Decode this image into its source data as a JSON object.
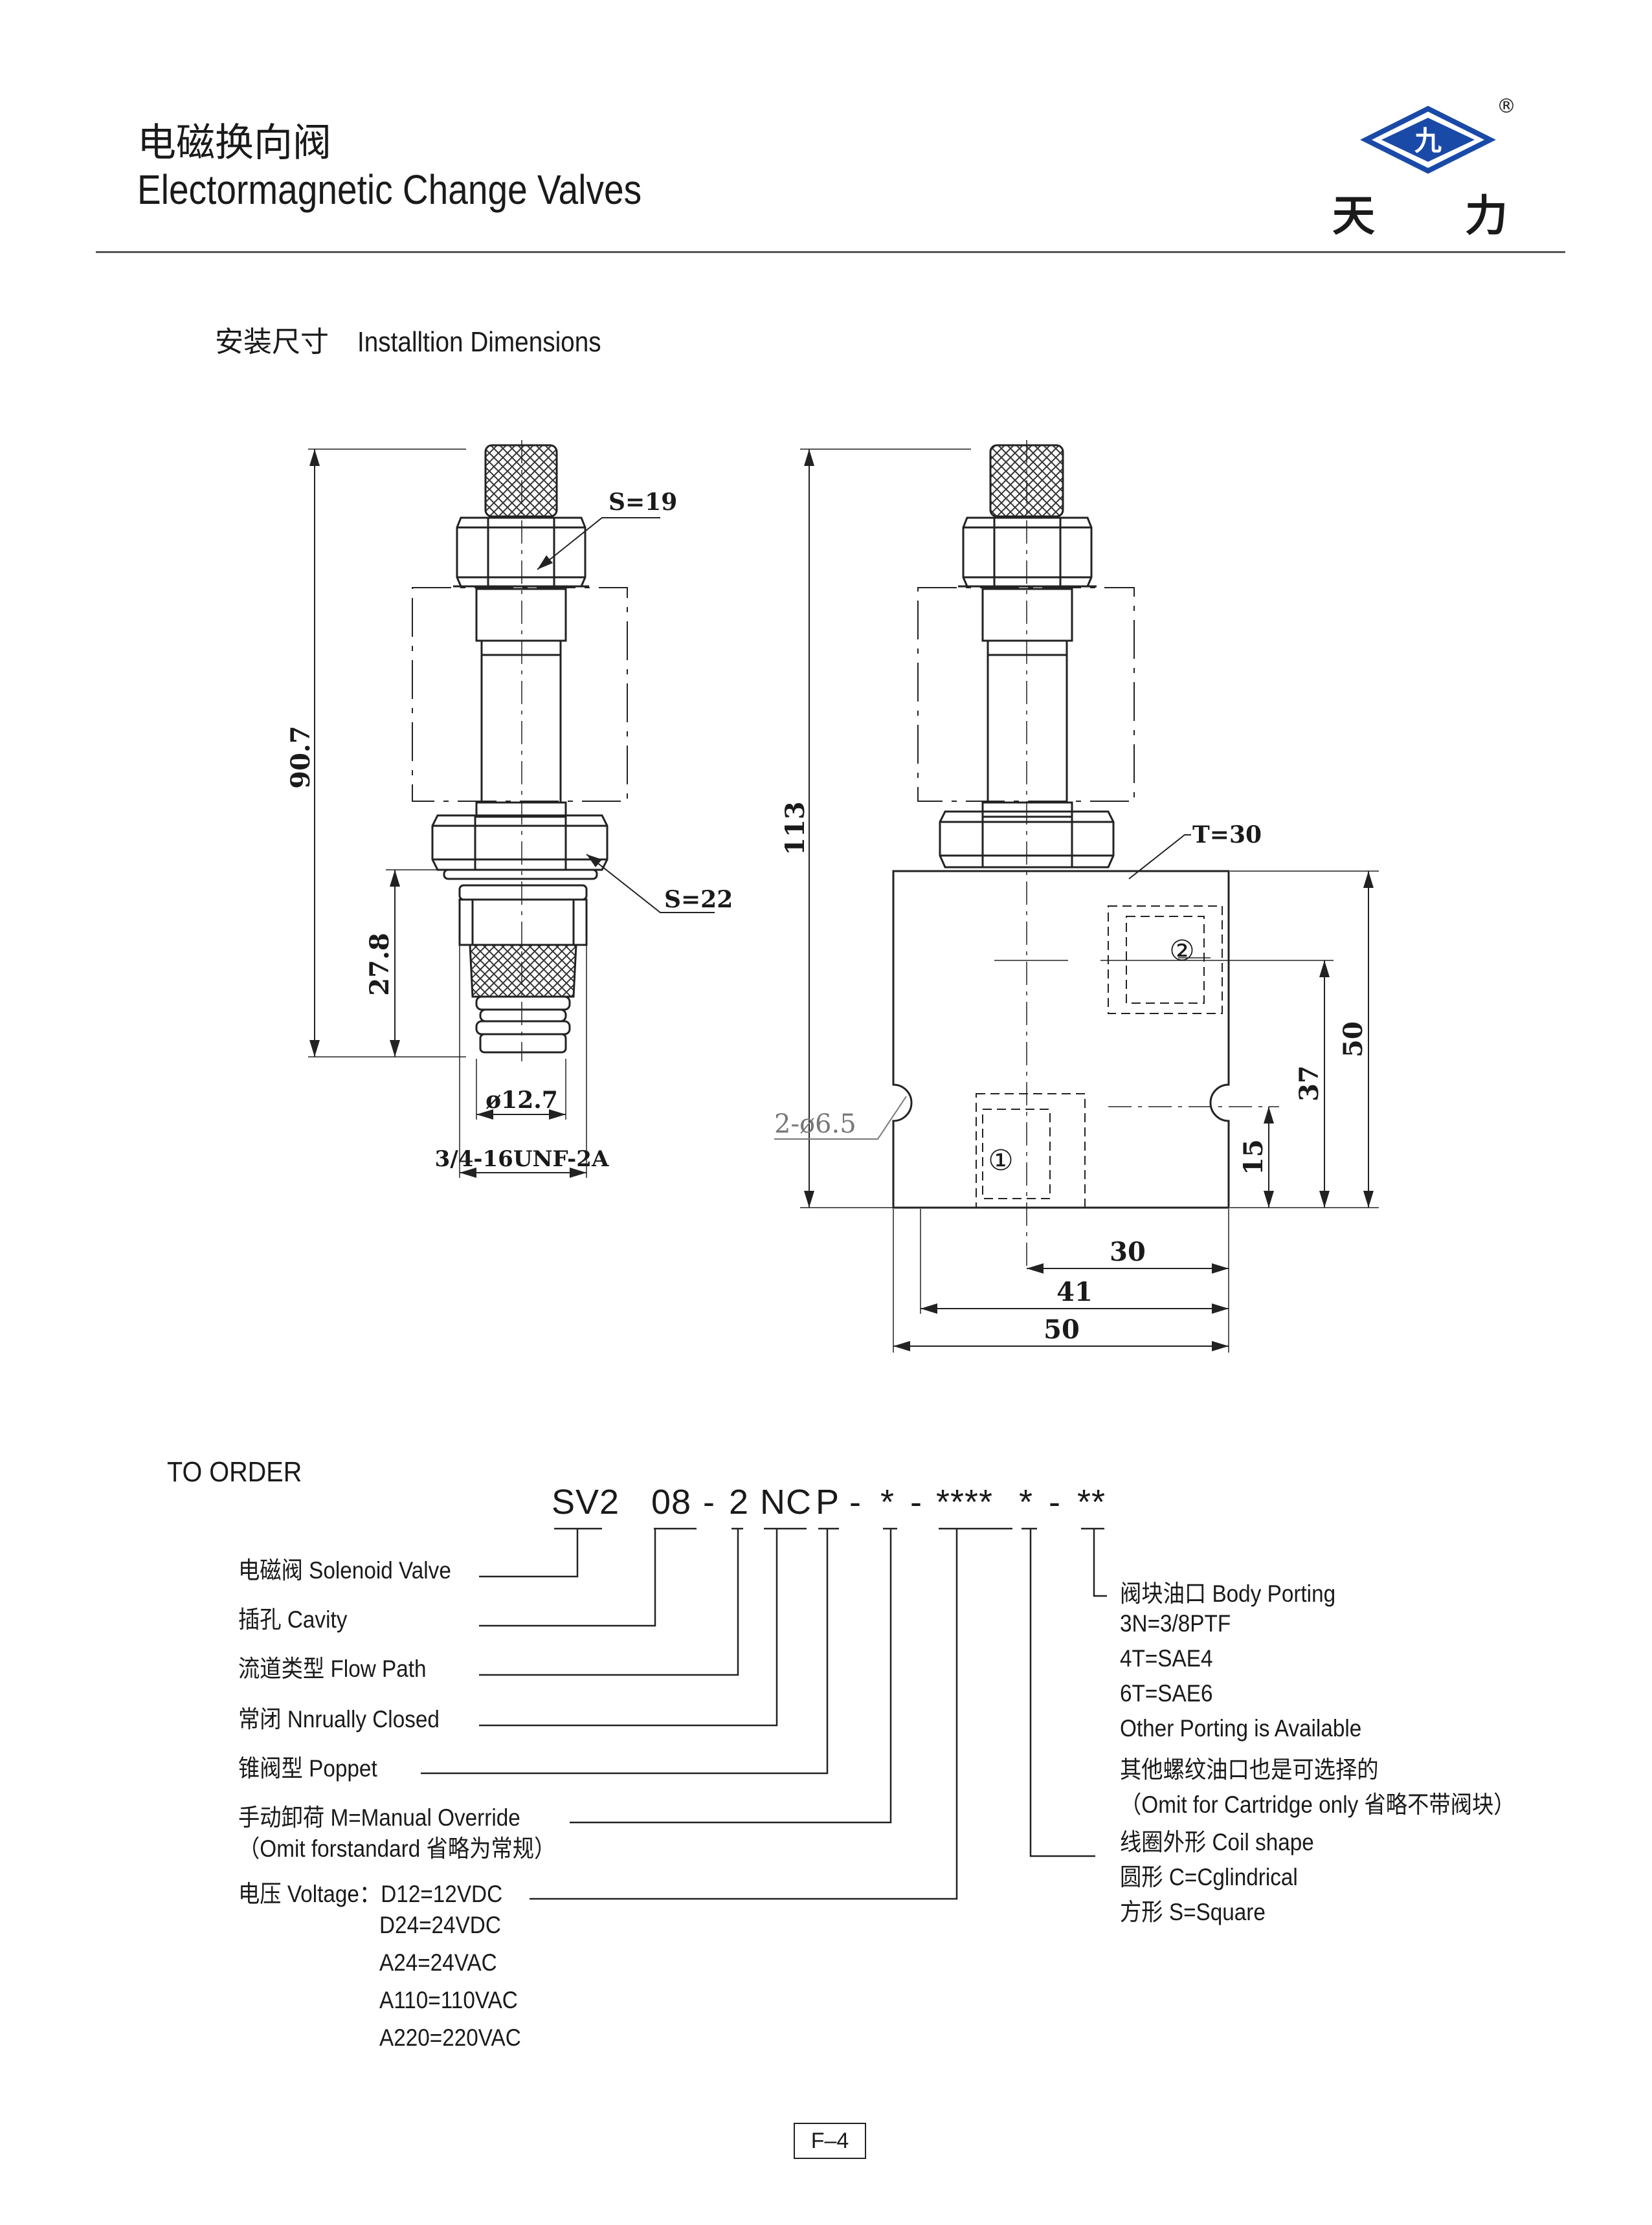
{
  "header": {
    "title_cn": "电磁换向阀",
    "title_en": "Electormagnetic Change Valves",
    "brand_text": "天 力",
    "brand_registered": "®",
    "logo_glyph": "九",
    "brand_color": "#1a4aa8"
  },
  "section": {
    "title_cn": "安装尺寸",
    "title_en": "Installtion Dimensions"
  },
  "left_view": {
    "dim_total": "90.7",
    "dim_lower": "27.8",
    "hex_top": "S=19",
    "hex_bottom": "S=22",
    "diameter": "ø12.7",
    "thread": "3/4-16UNF-2A"
  },
  "right_view": {
    "dim_total": "113",
    "thickness": "T=30",
    "port_2": "②",
    "port_1": "①",
    "holes": "2-ø6.5",
    "dim_height": "50",
    "dim_37": "37",
    "dim_15": "15",
    "dim_30": "30",
    "dim_41": "41",
    "dim_50": "50"
  },
  "order": {
    "title": "TO ORDER",
    "code": [
      "SV2",
      "08",
      "-",
      "2",
      "NC",
      "P",
      "-",
      "*",
      "-",
      "****",
      "*",
      "-",
      "**"
    ],
    "left_labels": [
      "电磁阀 Solenoid Valve",
      "插孔   Cavity",
      "流道类型   Flow Path",
      "常闭  Nnrually Closed",
      "锥阀型   Poppet",
      "手动卸荷  M=Manual  Override",
      "（Omit forstandard 省略为常规）",
      "电压 Voltage：D12=12VDC",
      "D24=24VDC",
      "A24=24VAC",
      "A110=110VAC",
      "A220=220VAC"
    ],
    "right_labels": [
      "阀块油口 Body Porting",
      "3N=3/8PTF",
      "4T=SAE4",
      "6T=SAE6",
      "Other Porting is Available",
      "其他螺纹油口也是可选择的",
      "（Omit for Cartridge only 省略不带阀块）",
      "线圈外形  Coil shape",
      "圆形   C=Cglindrical",
      "方形   S=Square"
    ]
  },
  "page_number": "F–4"
}
